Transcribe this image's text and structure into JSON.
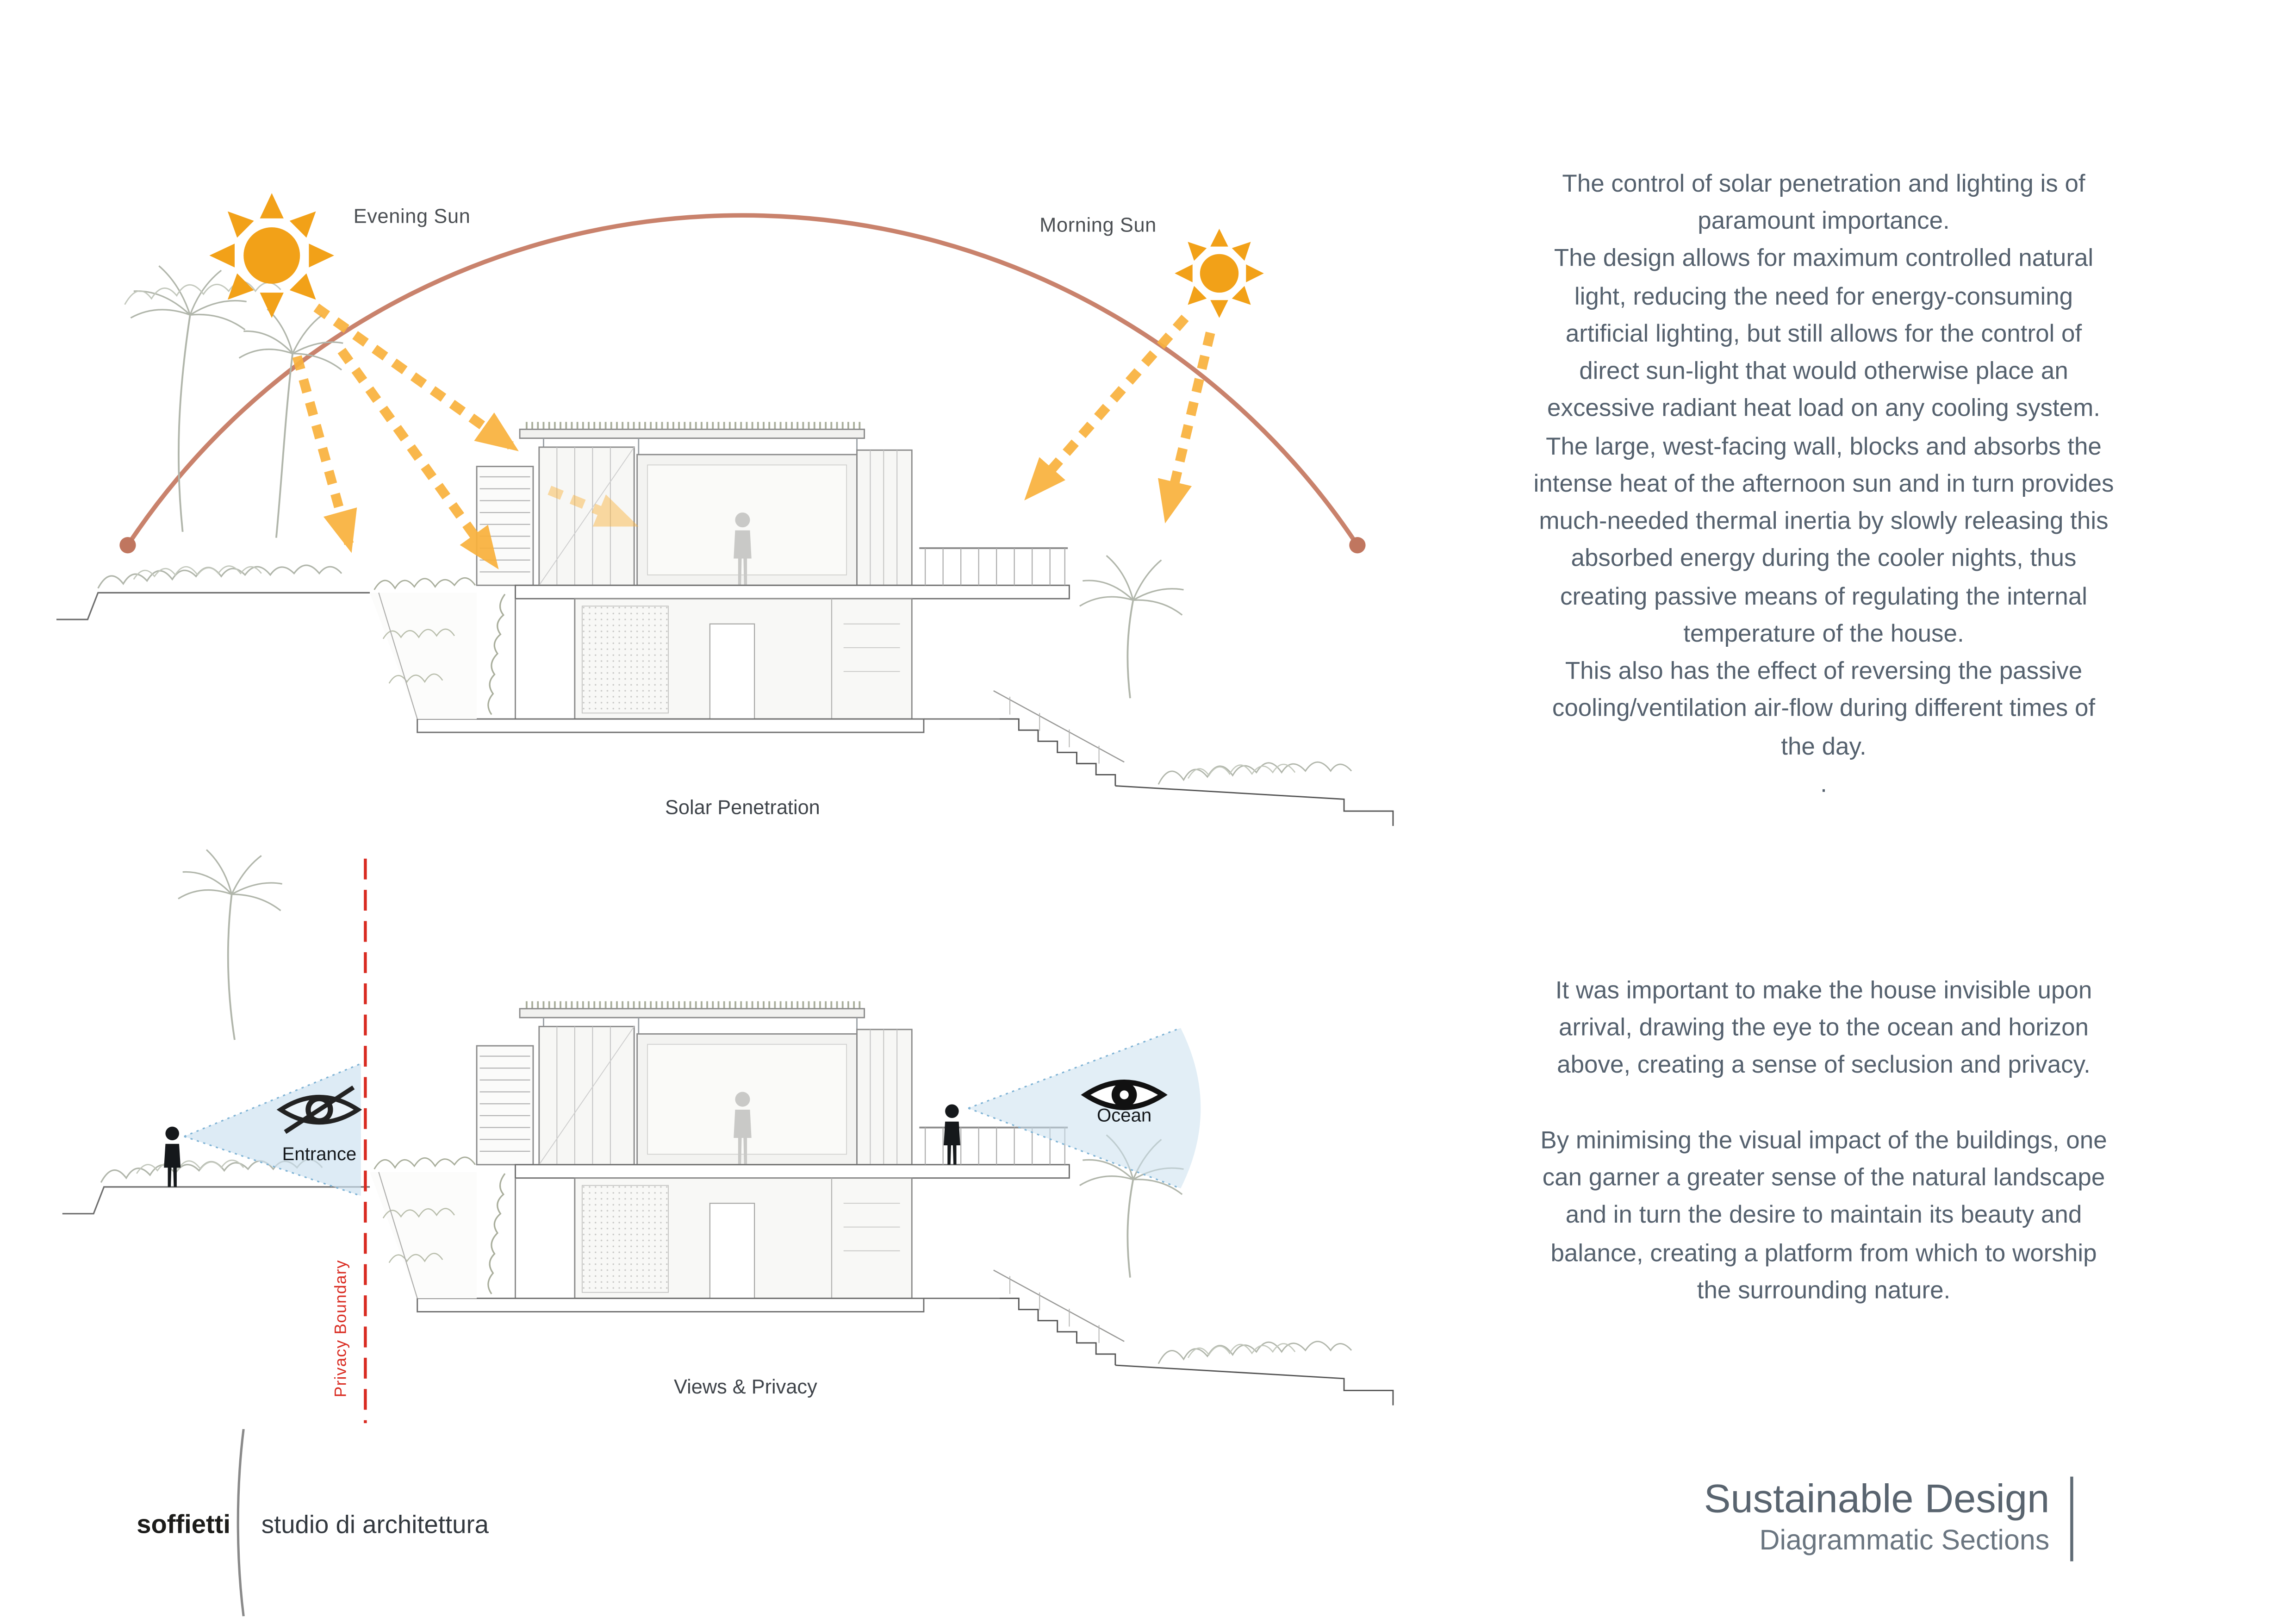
{
  "solar_diagram": {
    "evening_sun_label": "Evening Sun",
    "morning_sun_label": "Morning Sun",
    "caption": "Solar Penetration"
  },
  "privacy_diagram": {
    "entrance_label": "Entrance",
    "ocean_label": "Ocean",
    "boundary_label": "Privacy Boundary",
    "caption": "Views & Privacy"
  },
  "solar_text": "The control of solar penetration and lighting is of paramount importance.\nThe design allows for maximum controlled natural light, reducing the need for energy-consuming artificial lighting, but still allows for the control of direct sun-light that would otherwise place an excessive radiant heat load on any cooling system.\nThe large, west-facing wall, blocks and absorbs the intense heat of the afternoon sun and in turn provides much-needed thermal inertia by slowly releasing this absorbed energy during the cooler nights, thus creating passive means of regulating the internal temperature of the house.\nThis also has the effect of reversing the passive cooling/ventilation air-flow during different times of the day.\n.",
  "privacy_text": "It was important to make the house invisible upon arrival, drawing the eye to the ocean and horizon above, creating a sense of seclusion and privacy.\n\nBy minimising the visual impact of the buildings, one can garner a greater sense of the natural landscape and in turn the desire to maintain its beauty and balance, creating a platform from which to worship the surrounding nature.",
  "logo": {
    "name": "soffietti",
    "tagline": "studio di architettura"
  },
  "title_block": {
    "title": "Sustainable Design",
    "subtitle": "Diagrammatic Sections"
  },
  "colors": {
    "sun": "#F2A118",
    "sun_path": "#C9826C",
    "arrow": "#F9B13C",
    "body_text": "#55616E",
    "privacy_red": "#D92B21",
    "view_cone": "#CBE0EF",
    "drawing_line": "#9BA1A6"
  }
}
